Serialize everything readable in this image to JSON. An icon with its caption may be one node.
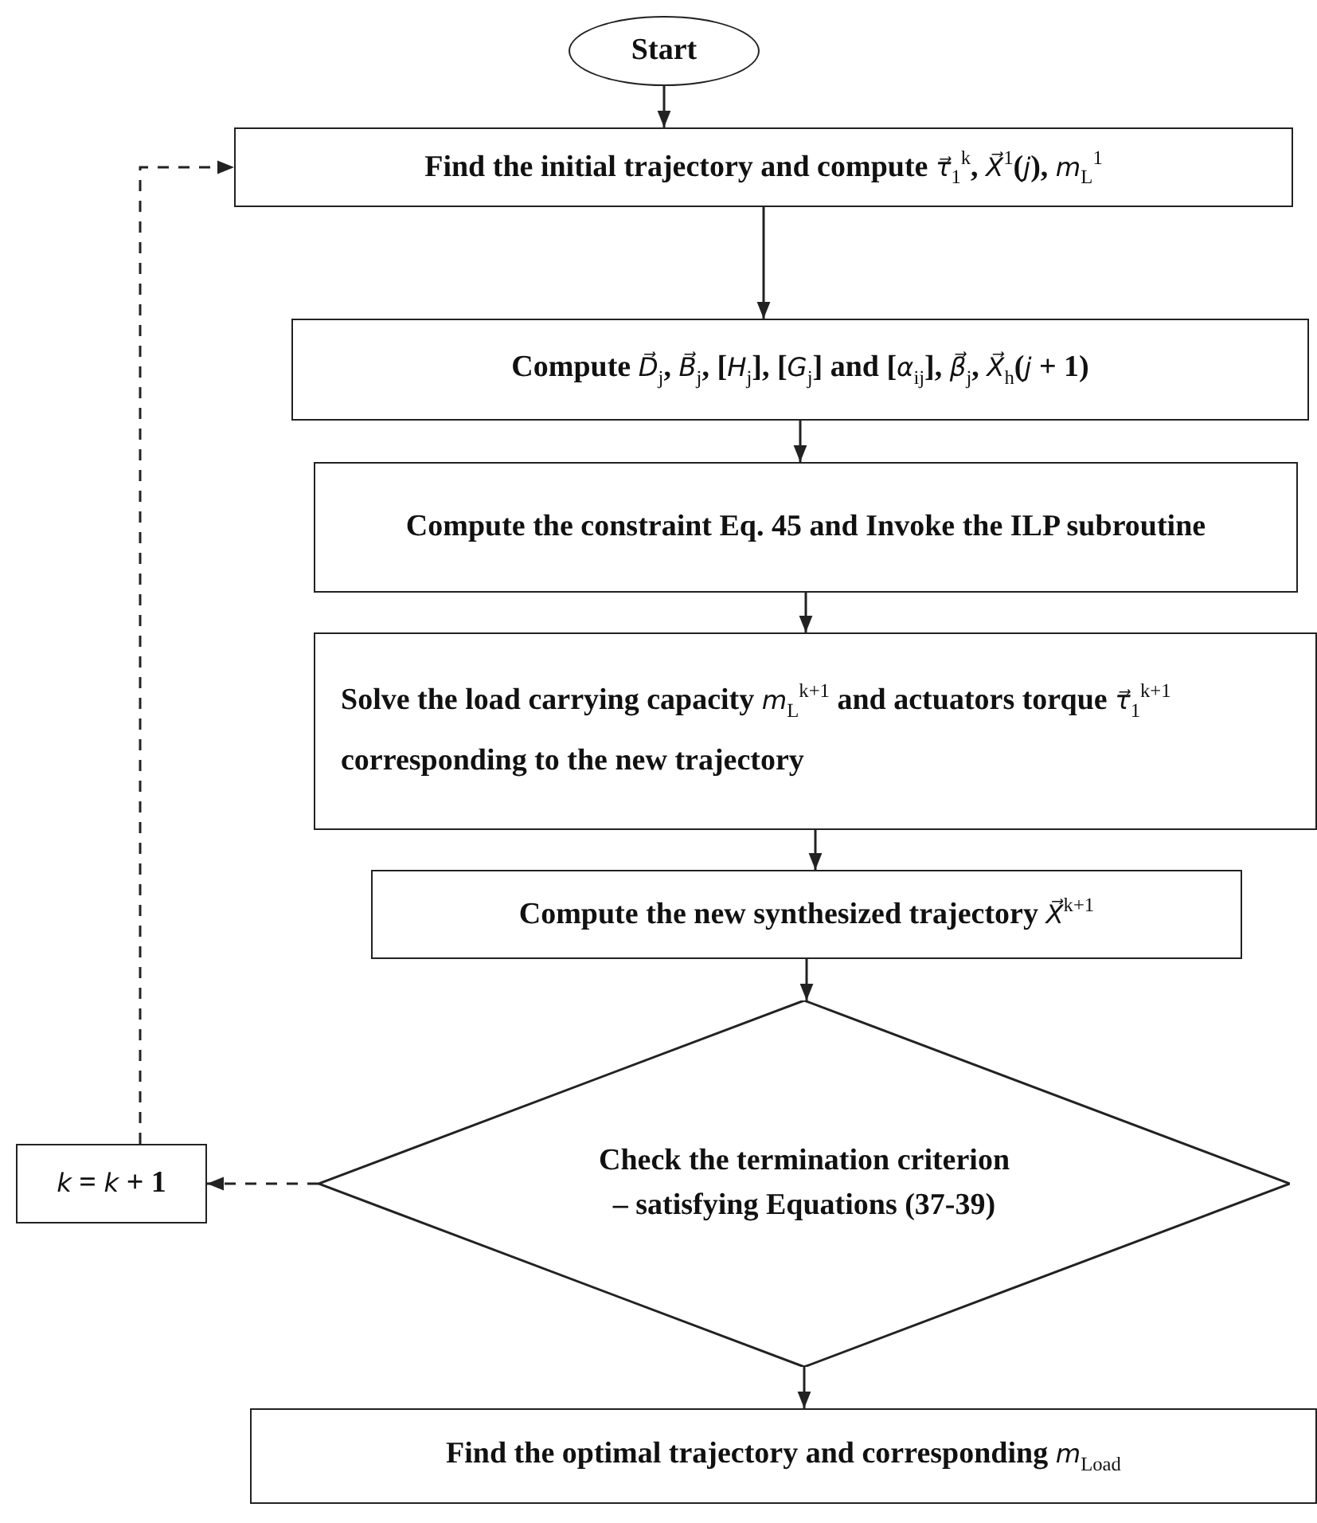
{
  "diagram": {
    "nodes": [
      {
        "text": [
          "Start"
        ]
      },
      {
        "text": [
          "Find the initial trajectory and compute *τ⃗*$_{1}$$^{k}$, *X⃗*$^{1}$(*j*), *m*$_{L}$$^{1}$"
        ]
      },
      {
        "text": [
          "Compute *D⃗*$_{j}$, *B⃗*$_{j}$, [*H*$_{j}$], [*G*$_{j}$] and [*α*$_{ij}$], *β⃗*$_{j}$, *X⃗*$_{h}$(*j* + 1)"
        ]
      },
      {
        "text": [
          "Compute the constraint Eq. 45 and Invoke the ILP subroutine"
        ]
      },
      {
        "text": [
          "Solve the load carrying capacity *m*$_{L}$$^{k+1}$ and actuators torque *τ⃗*$_{1}$$^{k+1}$ corresponding to the new trajectory"
        ]
      },
      {
        "text": [
          "Compute the new synthesized trajectory *X⃗*$^{k+1}$"
        ]
      },
      {
        "text": [
          "Check the termination criterion – satisfying Equations (37-39)"
        ]
      },
      {
        "text": [
          "*k* = *k* + 1"
        ]
      },
      {
        "text": [
          "Find the optimal trajectory and corresponding *m*$_{Load}$"
        ]
      }
    ],
    "edges": [
      {
        "from": 0,
        "to": 1,
        "arrow": "to"
      },
      {
        "from": 1,
        "to": 2,
        "arrow": "to"
      },
      {
        "from": 2,
        "to": 3,
        "arrow": "to"
      },
      {
        "from": 3,
        "to": 4,
        "arrow": "to"
      },
      {
        "from": 4,
        "to": 5,
        "arrow": "to"
      },
      {
        "from": 5,
        "to": 6,
        "arrow": "to"
      },
      {
        "from": 6,
        "to": 7,
        "arrow": "to",
        "style": "dashed"
      },
      {
        "from": 7,
        "to": 1,
        "arrow": "to",
        "style": "dashed"
      },
      {
        "from": 6,
        "to": 8,
        "arrow": "to"
      }
    ]
  }
}
